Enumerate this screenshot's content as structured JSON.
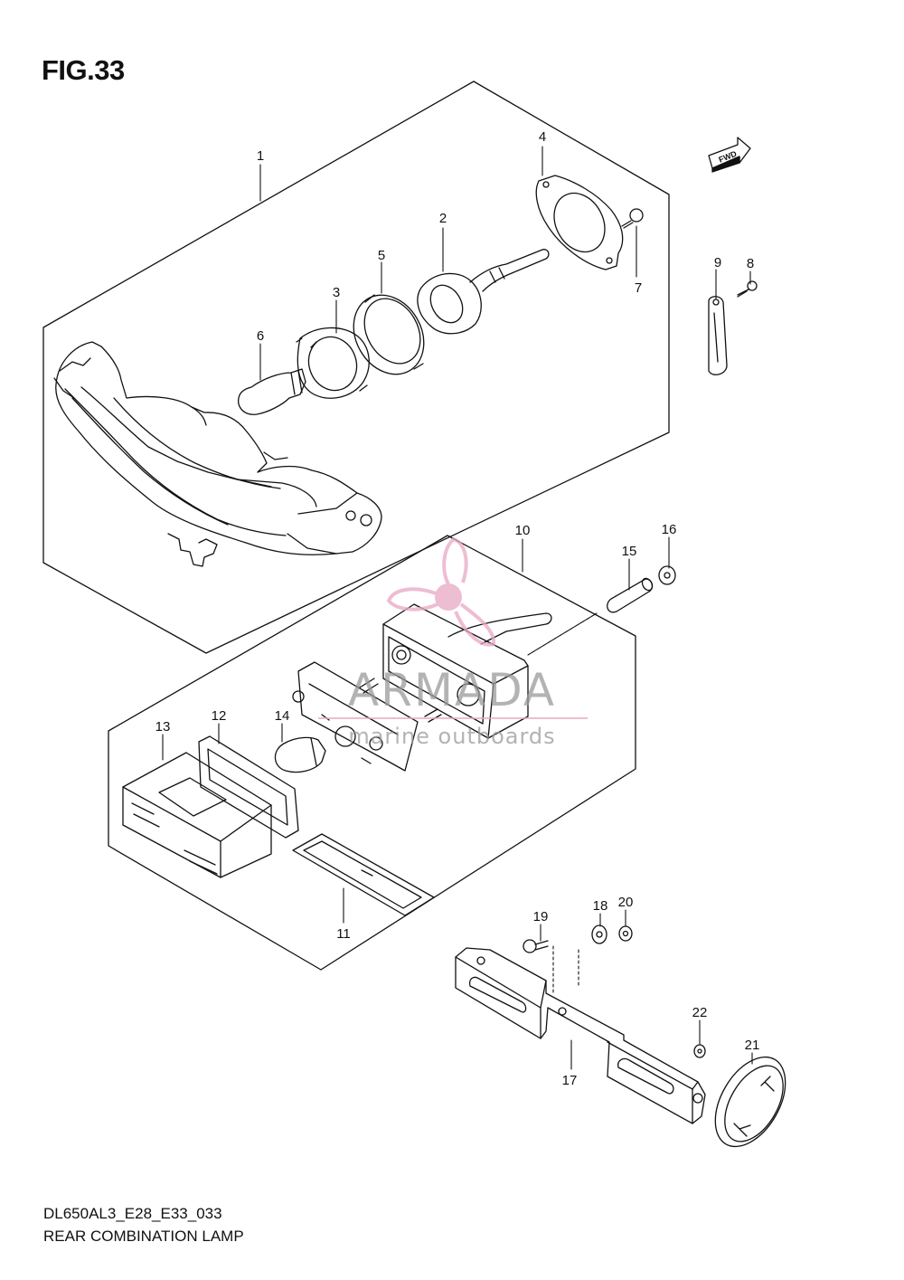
{
  "figure": {
    "title": "FIG.33",
    "code": "DL650AL3_E28_E33_033",
    "caption": "REAR COMBINATION LAMP"
  },
  "fwd_label": "FWD",
  "callouts": [
    "1",
    "2",
    "3",
    "4",
    "5",
    "6",
    "7",
    "8",
    "9",
    "10",
    "11",
    "12",
    "13",
    "14",
    "15",
    "16",
    "17",
    "18",
    "19",
    "20",
    "21",
    "22"
  ],
  "watermark": {
    "brand": "ARMADA",
    "tagline": "marine outboards",
    "color": "#e8a8c4"
  }
}
